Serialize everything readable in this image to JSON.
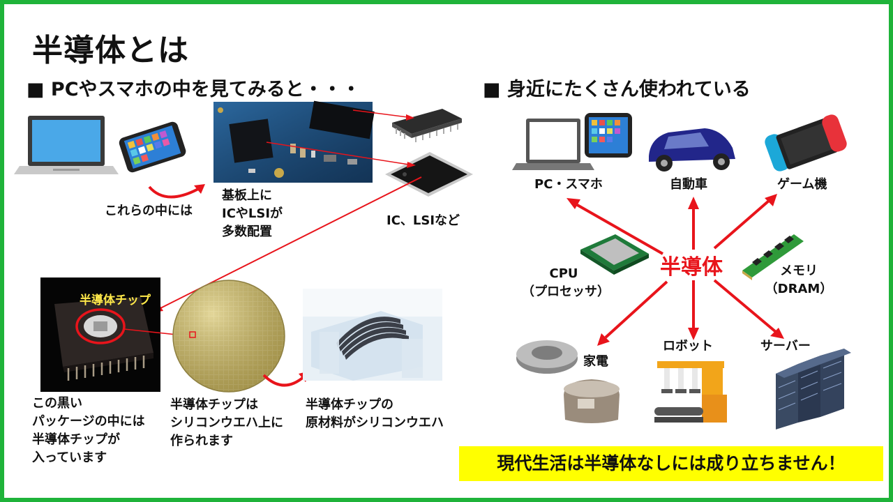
{
  "title": "半導体とは",
  "left": {
    "heading": "■ PCやスマホの中を見てみると・・・",
    "label_inside": "これらの中には",
    "label_board": [
      "基板上に",
      "ICやLSIが",
      "多数配置"
    ],
    "label_ic": "IC、LSIなど",
    "chip_label": "半導体チップ",
    "label_package": [
      "この黒い",
      "パッケージの中には",
      "半導体チップが",
      "入っています"
    ],
    "label_wafer": [
      "半導体チップは",
      "シリコンウエハ上に",
      "作られます"
    ],
    "label_material": [
      "半導体チップの",
      "原材料がシリコンウエハ"
    ]
  },
  "right": {
    "heading": "■ 身近にたくさん使われている",
    "center": "半導体",
    "items": {
      "pc": "PC・スマホ",
      "car": "自動車",
      "game": "ゲーム機",
      "cpu": [
        "CPU",
        "（プロセッサ）"
      ],
      "memory": [
        "メモリ",
        "（DRAM）"
      ],
      "appliance": "家電",
      "robot": "ロボット",
      "server": "サーバー"
    }
  },
  "banner": "現代生活は半導体なしには成り立ちません！",
  "colors": {
    "frame": "#1fb33a",
    "arrow": "#e8141b",
    "banner": "#ffff00"
  }
}
